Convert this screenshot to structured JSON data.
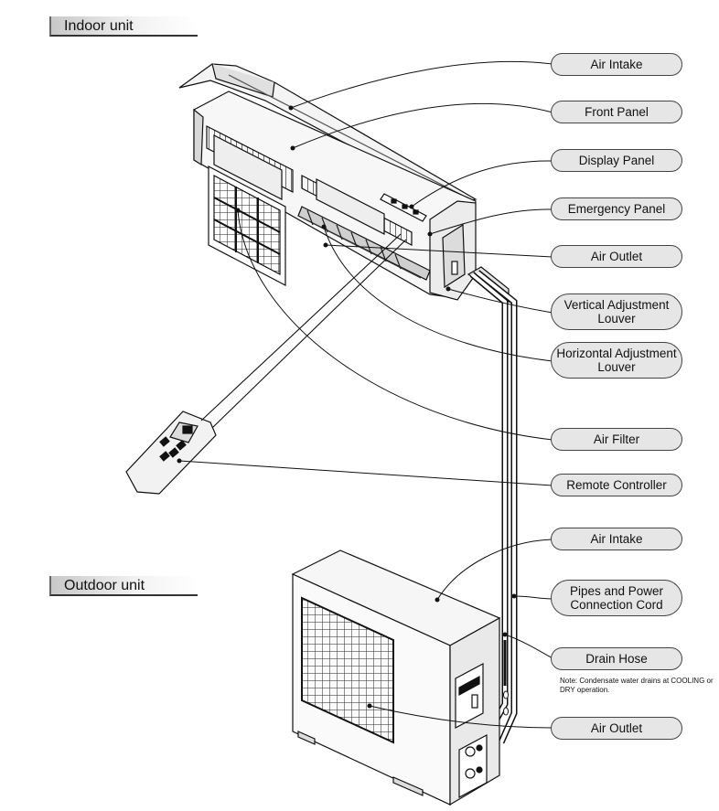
{
  "sections": {
    "indoor": "Indoor unit",
    "outdoor": "Outdoor unit"
  },
  "labels": {
    "air_intake_indoor": "Air Intake",
    "front_panel": "Front Panel",
    "display_panel": "Display Panel",
    "emergency_panel": "Emergency Panel",
    "air_outlet_indoor": "Air Outlet",
    "vertical_louver": "Vertical Adjustment Louver",
    "horizontal_louver": "Horizontal Adjustment Louver",
    "air_filter": "Air Filter",
    "remote_controller": "Remote Controller",
    "air_intake_outdoor": "Air Intake",
    "pipes_cord": "Pipes and Power Connection Cord",
    "drain_hose": "Drain Hose",
    "air_outlet_outdoor": "Air Outlet"
  },
  "note": "Note: Condensate water drains at COOLING or DRY operation."
}
